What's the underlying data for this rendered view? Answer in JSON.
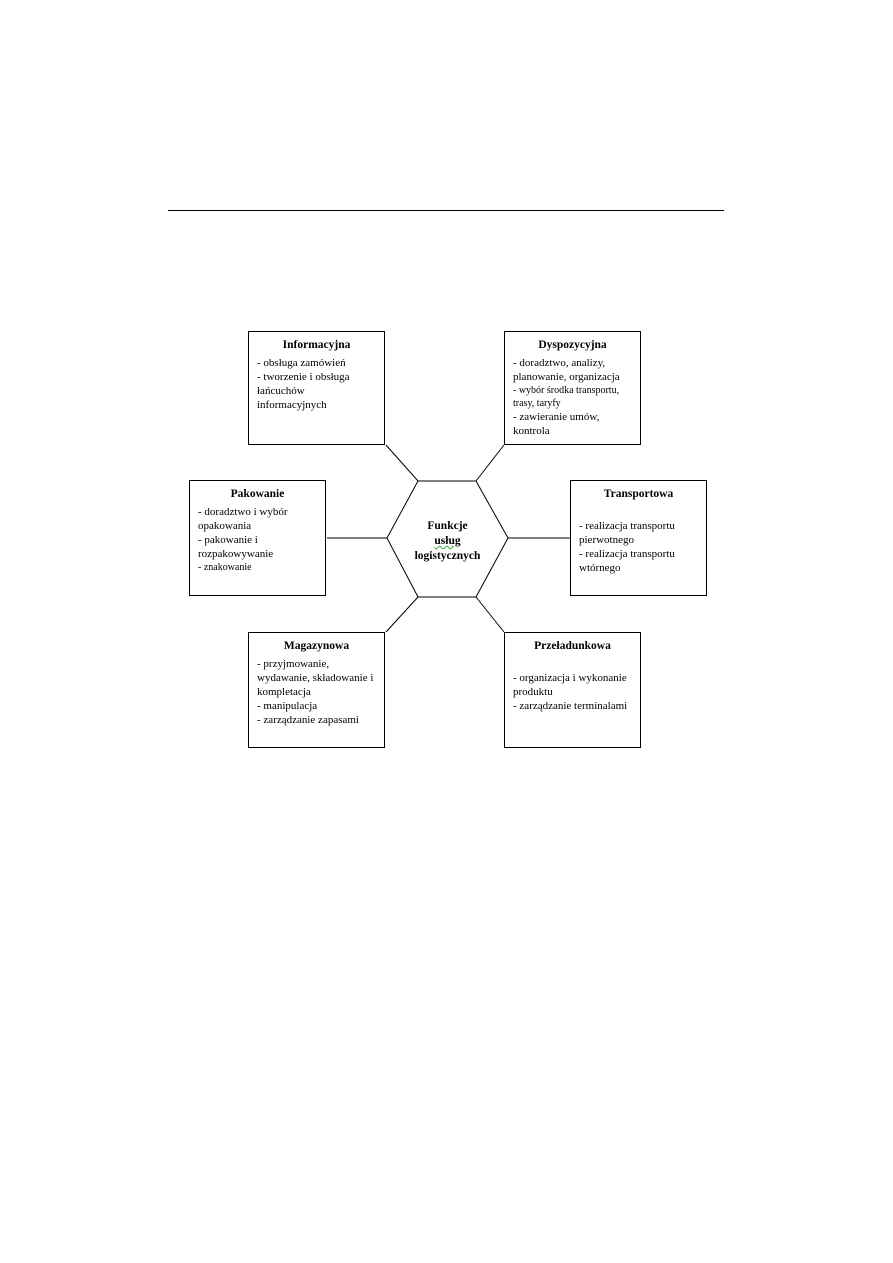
{
  "center": {
    "lines": [
      "Funkcje",
      "usług",
      "logistycznych"
    ]
  },
  "boxes": {
    "informacyjna": {
      "title": "Informacyjna",
      "items": [
        "- obsługa zamówień",
        "- tworzenie i obsługa łańcuchów informacyjnych"
      ]
    },
    "dyspozycyjna": {
      "title": "Dyspozycyjna",
      "items": [
        "- doradztwo, analizy, planowanie, organizacja",
        "- wybór środka transportu, trasy, taryfy",
        "- zawieranie umów, kontrola"
      ]
    },
    "pakowanie": {
      "title": "Pakowanie",
      "items": [
        "- doradztwo i wybór opakowania",
        "- pakowanie i rozpakowywanie",
        "- znakowanie"
      ]
    },
    "transportowa": {
      "title": "Transportowa",
      "items": [
        "- realizacja transportu pierwotnego",
        "- realizacja transportu wtórnego"
      ]
    },
    "magazynowa": {
      "title": "Magazynowa",
      "items": [
        "- przyjmowanie, wydawanie, składowanie i kompletacja",
        "- manipulacja",
        "- zarządzanie zapasami"
      ]
    },
    "przeladunkowa": {
      "title": "Przeładunkowa",
      "items": [
        "- organizacja i wykonanie produktu",
        "- zarządzanie terminalami"
      ]
    }
  }
}
